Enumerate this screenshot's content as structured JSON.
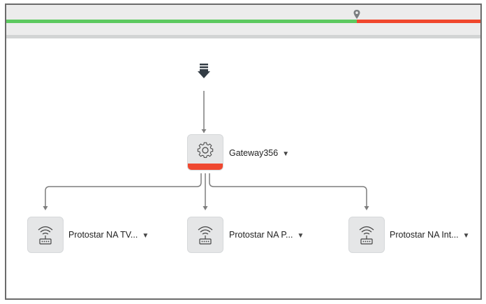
{
  "timeline": {
    "healthy_fraction": 0.74,
    "colors": {
      "healthy": "#5cc95f",
      "alert": "#f0472c"
    },
    "marker_icon": "map-pin-icon"
  },
  "topology": {
    "source_icon": "download-arrow-icon",
    "gateway": {
      "label": "Gateway356",
      "icon": "gear-icon",
      "status_color": "#ef4830",
      "dropdown_icon": "caret-down-icon"
    },
    "children": [
      {
        "label": "Protostar NA TV...",
        "icon": "wifi-router-icon"
      },
      {
        "label": "Protostar NA P...",
        "icon": "wifi-router-icon"
      },
      {
        "label": "Protostar NA Int...",
        "icon": "wifi-router-icon"
      }
    ],
    "caret": "▼"
  }
}
